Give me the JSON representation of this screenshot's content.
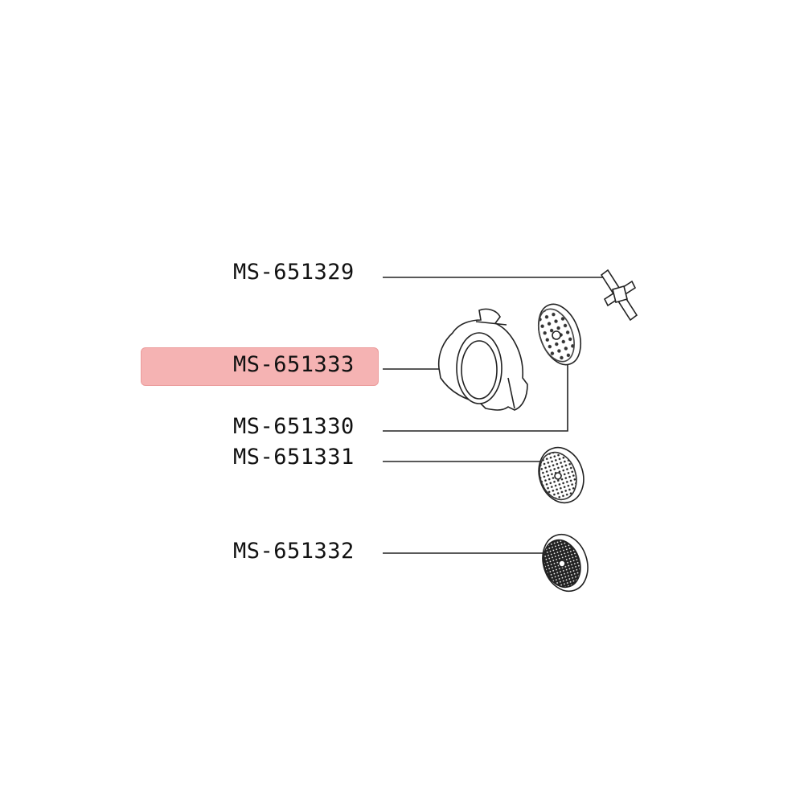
{
  "parts": [
    {
      "id": "knife",
      "code": "MS-651329"
    },
    {
      "id": "ring-nut",
      "code": "MS-651333",
      "highlighted": true
    },
    {
      "id": "plate-coarse",
      "code": "MS-651330"
    },
    {
      "id": "plate-medium",
      "code": "MS-651331"
    },
    {
      "id": "plate-fine",
      "code": "MS-651332"
    }
  ],
  "colors": {
    "highlight": "#f4a6a6",
    "line": "#222222"
  }
}
